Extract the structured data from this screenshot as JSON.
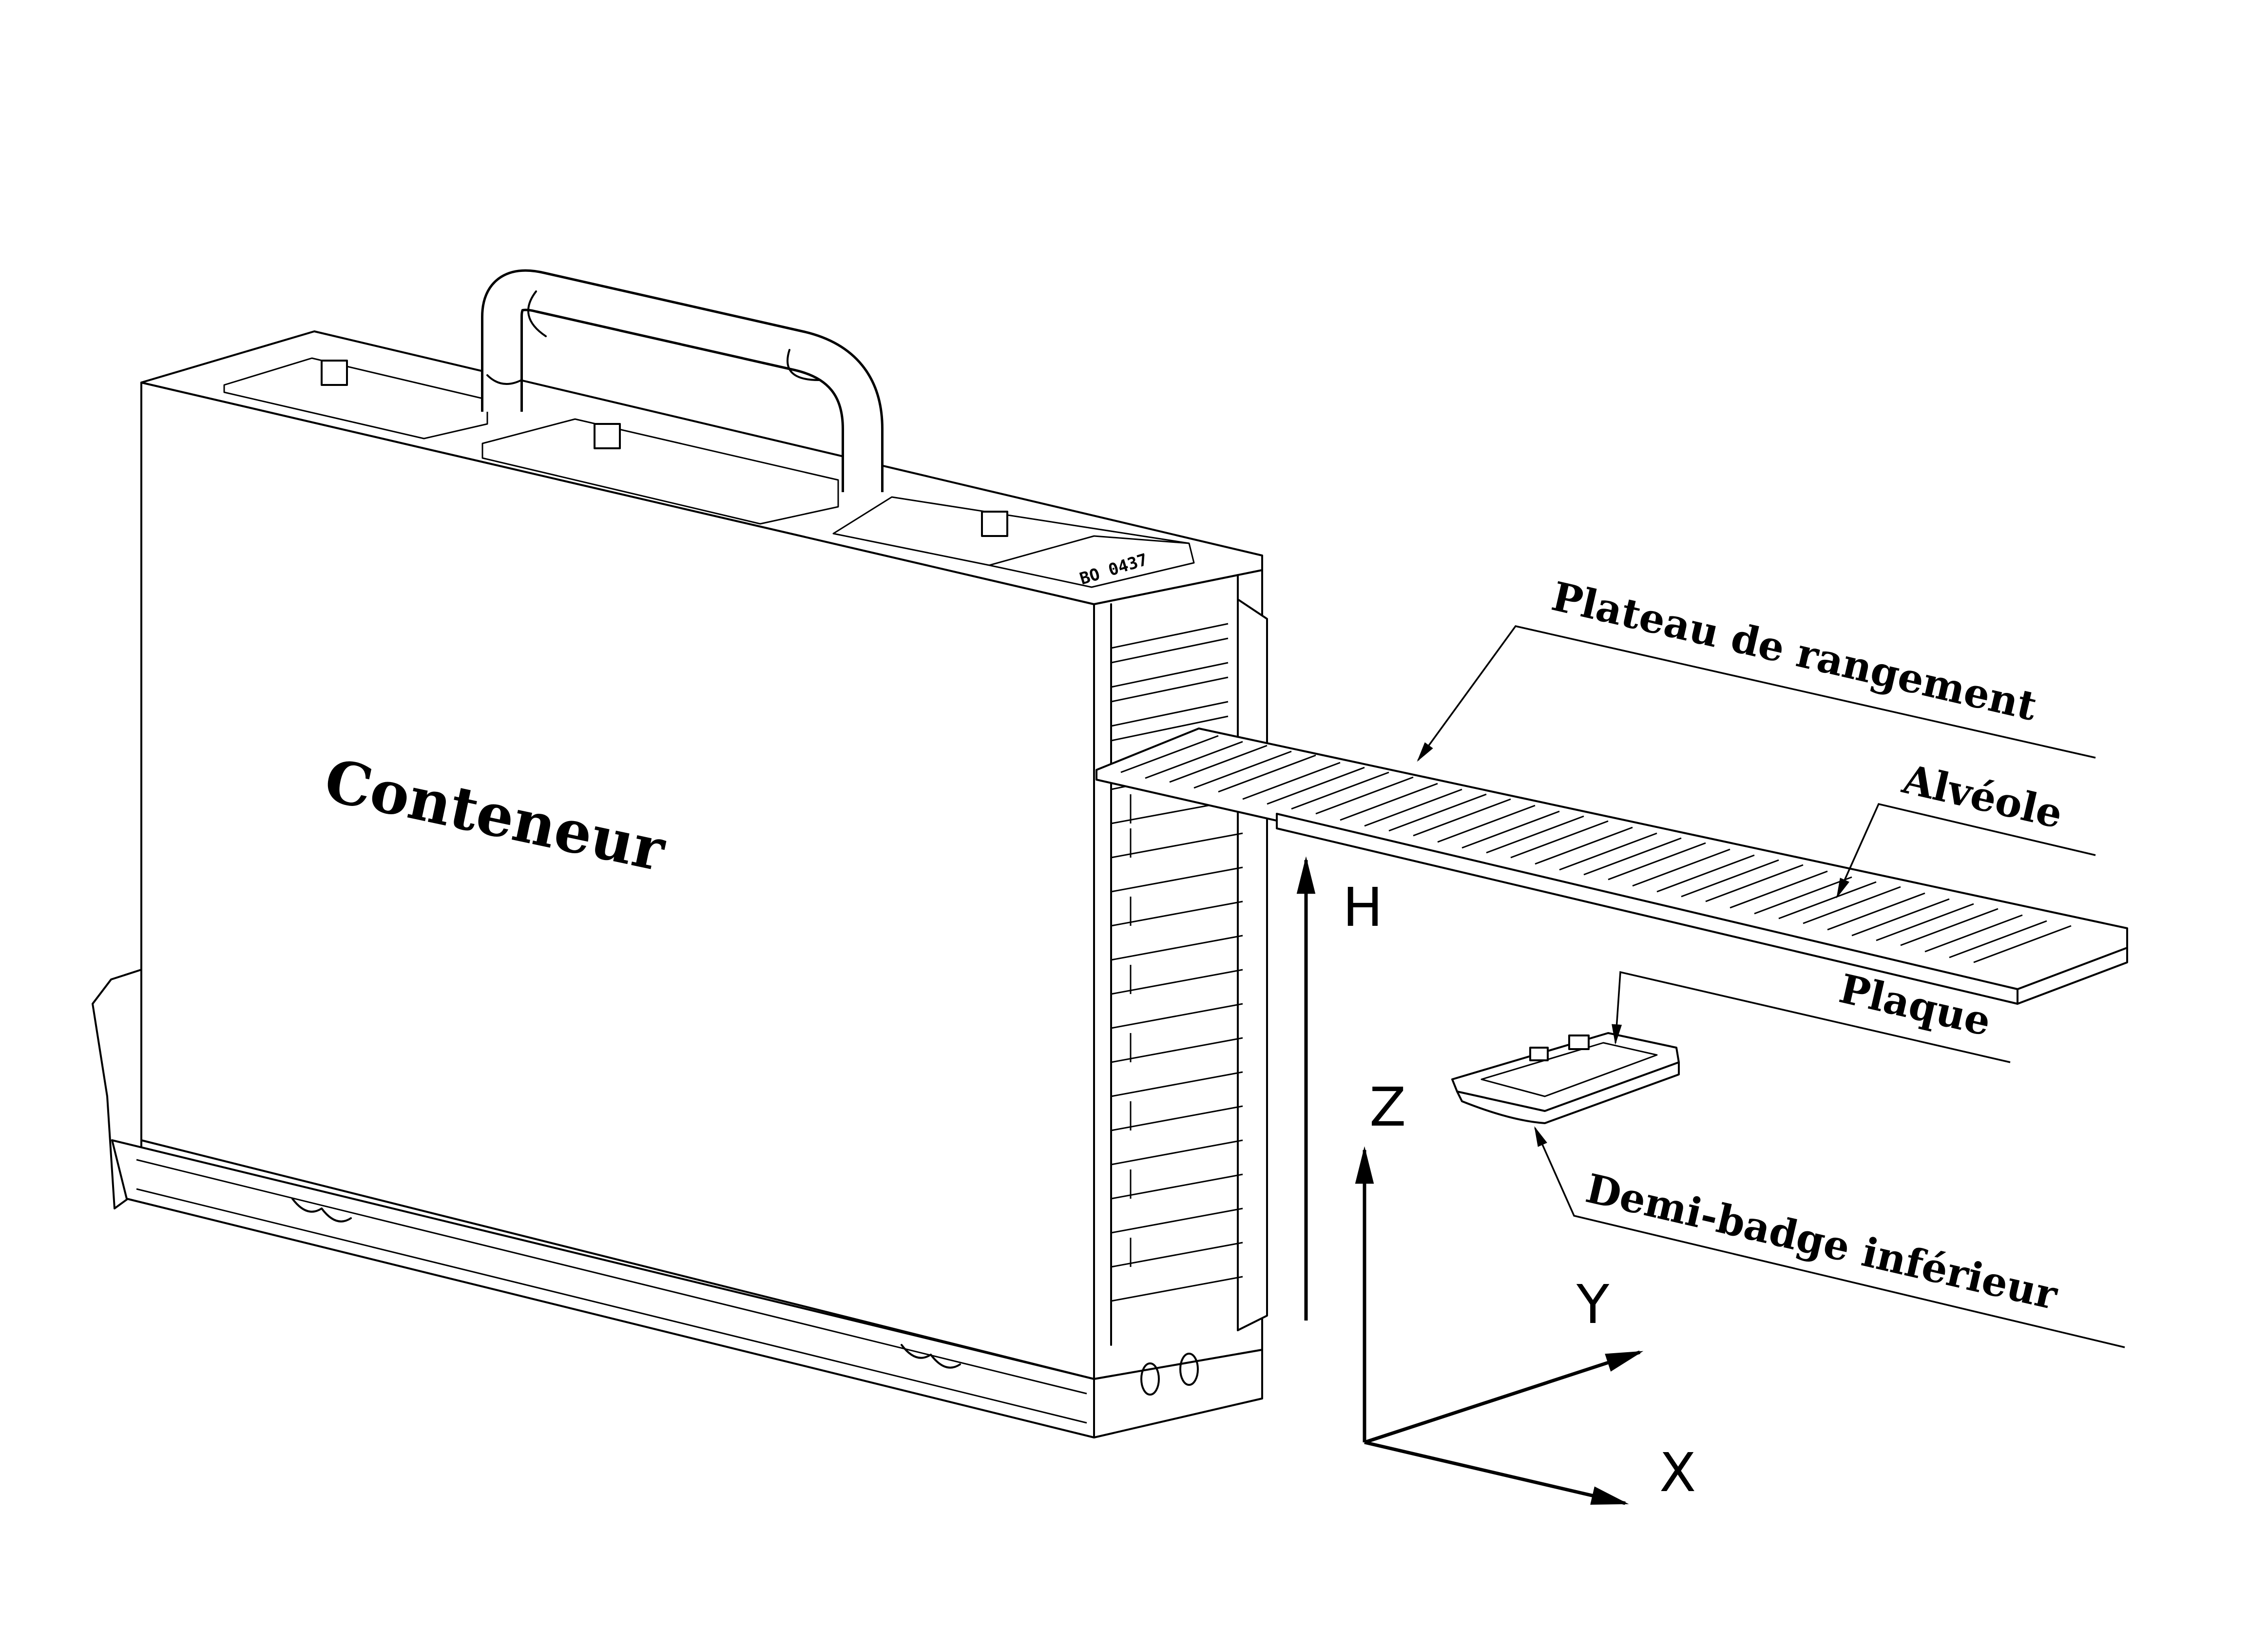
{
  "labels": {
    "container": "Conteneur",
    "tray": "Plateau de rangement",
    "cell": "Alvéole",
    "plate": "Plaque",
    "half_badge": "Demi-badge inférieur"
  },
  "serial_number": "BO 0437",
  "axes": {
    "height": "H",
    "z": "Z",
    "y": "Y",
    "x": "X"
  }
}
